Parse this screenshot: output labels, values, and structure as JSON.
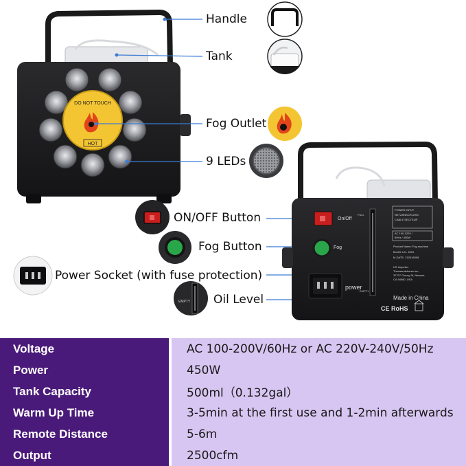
{
  "callouts": {
    "handle": "Handle",
    "tank": "Tank",
    "fog_outlet": "Fog Outlet",
    "leds": "9 LEDs",
    "on_off": "ON/OFF Button",
    "fog_button": "Fog Button",
    "power_socket": "Power Socket (with fuse protection)",
    "oil_level": "Oil Level"
  },
  "front_panel": {
    "badge_top": "DO NOT TOUCH",
    "badge_hot": "HOT"
  },
  "back_panel": {
    "on_off": "On/Off",
    "fog": "Fog",
    "power": "power",
    "full": "FULL",
    "empty": "EMPTY",
    "made_in": "Made in China",
    "power_input": "POWER INPUT",
    "netz": "NETZANSCHLUSS",
    "cable": "CABLE SECTEUR",
    "ac": "AC 100-120V /",
    "ac2": "60Hz / 450W",
    "product_name": "Product Name: Fog machine",
    "model": "Model: LA - 4001",
    "mdate": "M-DATE: 210018008",
    "importer": "US Importer:",
    "importer2": "Thousandshores Inc.,",
    "importer3": "37707 Cherry St, Newark,",
    "importer4": "CA 94560, USA",
    "cert": "CE RoHS"
  },
  "colors": {
    "key_bg": "#4a1a7a",
    "val_bg": "#d8c6f2",
    "body": "#1c1c1e",
    "badge": "#f4c532",
    "callout_line": "#3a7bd5"
  },
  "specs": [
    {
      "key": "Voltage",
      "value": "AC 100-200V/60Hz or AC 220V-240V/50Hz"
    },
    {
      "key": "Power",
      "value": "450W"
    },
    {
      "key": "Tank Capacity",
      "value": "500ml（0.132gal）"
    },
    {
      "key": "Warm Up Time",
      "value": "3-5min at the first use and 1-2min afterwards"
    },
    {
      "key": "Remote Distance",
      "value": "5-6m"
    },
    {
      "key": "Output",
      "value": "2500cfm"
    }
  ]
}
